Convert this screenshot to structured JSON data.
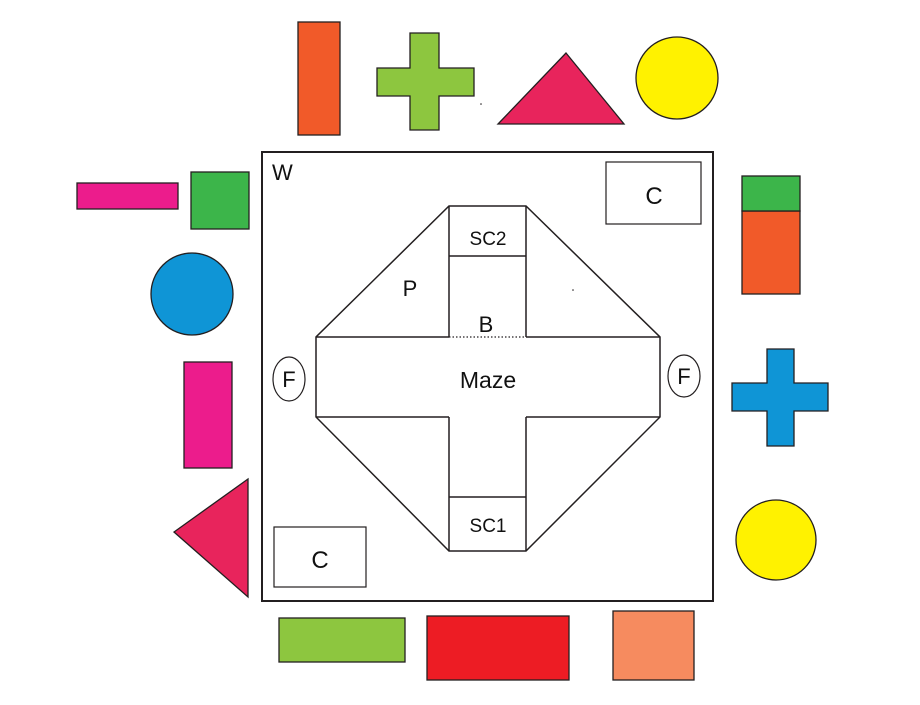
{
  "labels": {
    "wall": "W",
    "corner_top_right": "C",
    "corner_bottom_left": "C",
    "start_chamber_top": "SC2",
    "start_chamber_bottom": "SC1",
    "platform": "P",
    "barrier": "B",
    "maze": "Maze",
    "feeder_left": "F",
    "feeder_right": "F"
  },
  "colors": {
    "orange": "#f15a29",
    "light_green": "#8dc63f",
    "crimson": "#e8245c",
    "yellow": "#fff200",
    "magenta": "#ec1c8c",
    "green": "#3cb54a",
    "blue": "#0f95d6",
    "red": "#ed1c24",
    "salmon": "#f68b5f",
    "outline": "#231f20"
  }
}
